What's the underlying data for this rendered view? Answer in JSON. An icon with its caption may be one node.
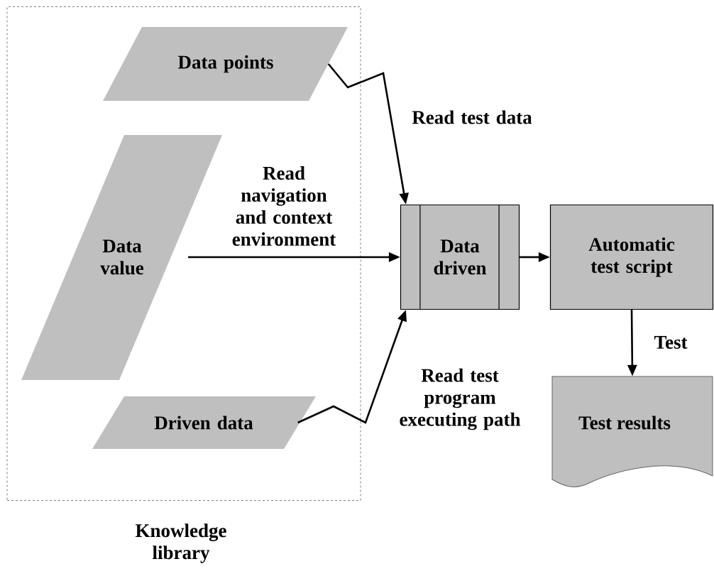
{
  "diagram": {
    "nodes": [
      {
        "text": [
          "Knowledge library"
        ]
      },
      {
        "text": [
          "Data points"
        ],
        "in": 0
      },
      {
        "text": [
          "Data value"
        ],
        "in": 0
      },
      {
        "text": [
          "Driven data"
        ],
        "in": 0
      },
      {
        "text": [
          "Data driven"
        ]
      },
      {
        "text": [
          "Automatic test script"
        ]
      },
      {
        "text": [
          "Test results"
        ]
      }
    ],
    "edges": [
      {
        "from": 1,
        "to": 4,
        "arrow": "to",
        "label": "Read test data"
      },
      {
        "from": 2,
        "to": 4,
        "arrow": "to",
        "label": "Read navigation and context environment"
      },
      {
        "from": 3,
        "to": 4,
        "arrow": "to",
        "label": "Read test program executing path"
      },
      {
        "from": 4,
        "to": 5,
        "arrow": "to"
      },
      {
        "from": 5,
        "to": 6,
        "arrow": "to",
        "label": "Test"
      }
    ]
  }
}
